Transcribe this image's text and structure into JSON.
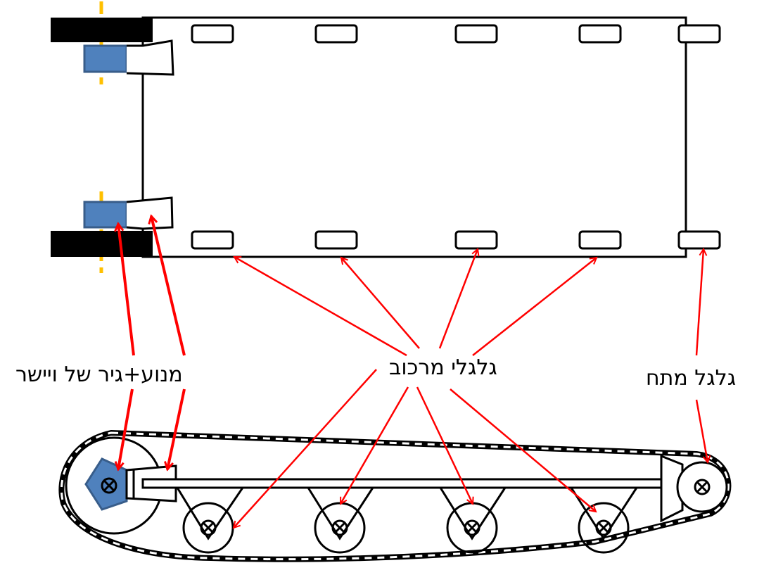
{
  "labels": {
    "motor_gear_straightener": "מנוע+גיר של ויישר",
    "road_wheels": "גלגלי מרכוב",
    "tension_wheel": "גלגל מתח"
  },
  "colors": {
    "arrow": "#ff0000",
    "motor": "#4f81bd",
    "motor_border": "#385d8a",
    "axle": "#ffc000",
    "outline": "#000000"
  }
}
